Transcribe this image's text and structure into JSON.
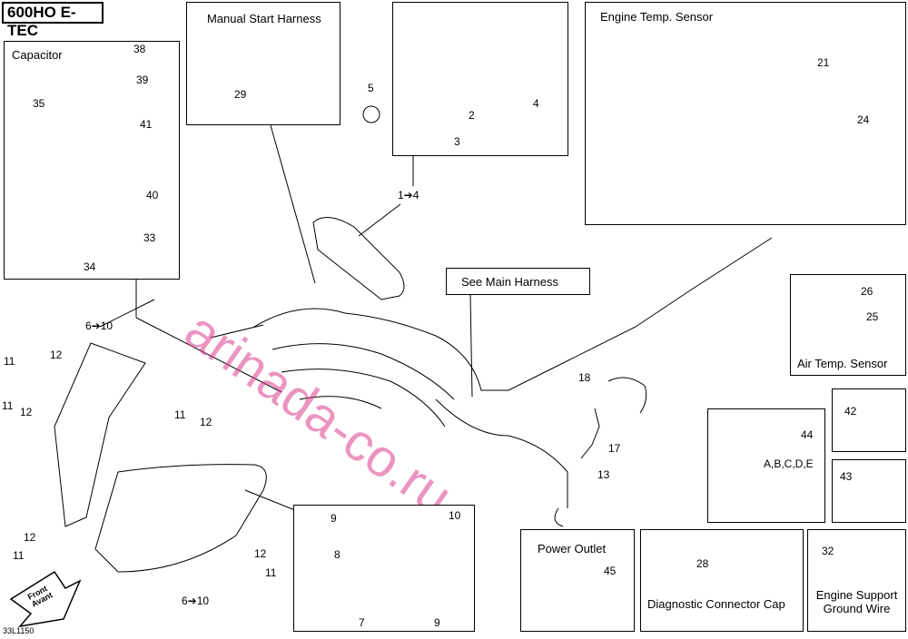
{
  "title": "600HO E-TEC",
  "ref_code": "33L1150",
  "watermark": "arinada-co.ru",
  "front_arrow": {
    "line1": "Front",
    "line2": "Avant"
  },
  "boxes": {
    "capacitor": "Capacitor",
    "manual_start": "Manual Start Harness",
    "engine_temp": "Engine Temp. Sensor",
    "main_harness": "See Main Harness",
    "air_temp": "Air Temp. Sensor",
    "power_outlet": "Power Outlet",
    "diag_cap": "Diagnostic Connector Cap",
    "ground_wire": "Engine Support Ground Wire"
  },
  "callouts": {
    "n38": "38",
    "n39": "39",
    "n35": "35",
    "n41": "41",
    "n40": "40",
    "n33": "33",
    "n34": "34",
    "n29": "29",
    "n5": "5",
    "n2": "2",
    "n3": "3",
    "n4": "4",
    "n1to4": "1➔4",
    "n21": "21",
    "n24": "24",
    "n26": "26",
    "n25": "25",
    "n610a": "6➔10",
    "n610b": "6➔10",
    "n11a": "11",
    "n12a": "12",
    "n11b": "11",
    "n12b": "12",
    "n11c": "11",
    "n12c": "12",
    "n12d": "12",
    "n11d": "11",
    "n12e": "12",
    "n11e": "11",
    "n18": "18",
    "n17": "17",
    "n13": "13",
    "n42": "42",
    "n44": "44",
    "abcde": "A,B,C,D,E",
    "n43": "43",
    "n9a": "9",
    "n10": "10",
    "n8": "8",
    "n7": "7",
    "n9b": "9",
    "n45": "45",
    "n28": "28",
    "n32": "32"
  }
}
